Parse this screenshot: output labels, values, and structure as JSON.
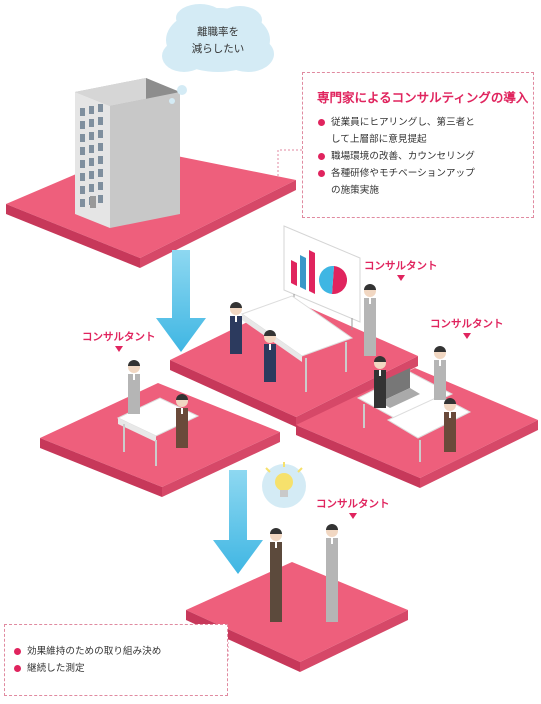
{
  "thought_bubble": {
    "line1": "離職率を",
    "line2": "減らしたい"
  },
  "consulting_box": {
    "title": "専門家によるコンサルティングの導入",
    "items": [
      "従業員にヒアリングし、第三者と",
      "して上層部に意見提起",
      "職場環境の改善、カウンセリング",
      "各種研修やモチベーションアップ",
      "の施策実施"
    ]
  },
  "consultant_labels": [
    "コンサルタント",
    "コンサルタント",
    "コンサルタント",
    "コンサルタント"
  ],
  "result_box": {
    "items": [
      "効果維持のための取り組み決め",
      "継続した測定"
    ]
  },
  "colors": {
    "tile_top": "#ee5f7c",
    "tile_side": "#c7385a",
    "accent": "#e0245e",
    "arrow": "#5bc6ea",
    "building": "#b5b5b5",
    "bubble": "#d4ebf5"
  },
  "icons": [
    "building-icon",
    "chart-board-icon",
    "lightbulb-icon",
    "laptop-icon"
  ]
}
